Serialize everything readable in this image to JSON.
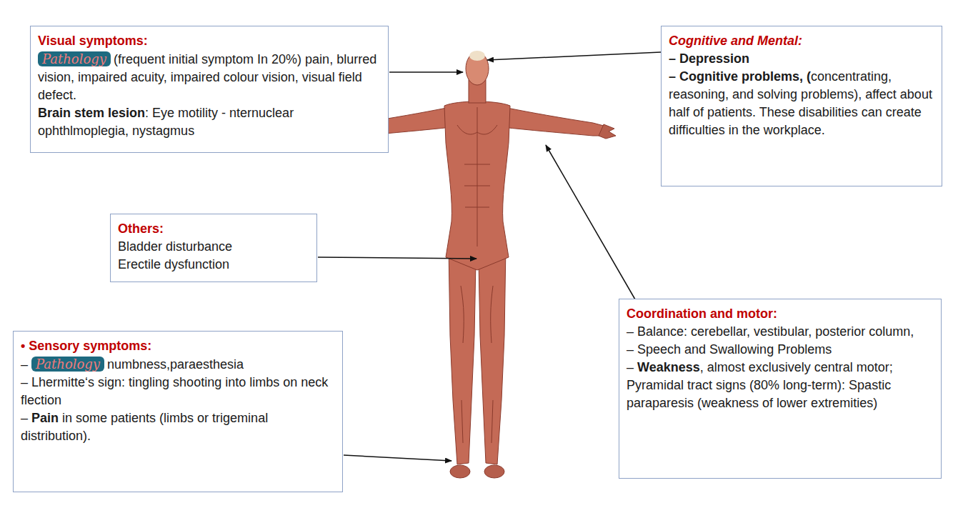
{
  "diagram": {
    "nodes": [
      {
        "text": [
          "Visual symptoms:",
          "Pathology",
          "(frequent initial symptom In 20%) pain, blurred vision, impaired acuity, impaired colour vision, visual field defect.",
          "Brain stem lesion",
          ": Eye motility - nternuclear ophthlmoplegia, nystagmus"
        ]
      },
      {
        "text": [
          "Cognitive and Mental:",
          "– Depression",
          "– Cognitive problems, (",
          "concentrating, reasoning, and solving problems), affect about half of patients. These disabilities can create difficulties in the workplace."
        ]
      },
      {
        "text": [
          "Others:",
          "Bladder disturbance",
          "Erectile dysfunction"
        ]
      },
      {
        "text": [
          "• Sensory symptoms:",
          "–",
          "Pathology",
          "numbness,paraesthesia",
          "– Lhermitte‘s sign: tingling shooting into limbs on neck flection",
          "–",
          "Pain",
          "in some patients (limbs or trigeminal distribution)."
        ]
      },
      {
        "text": [
          "Coordination and motor:",
          "– Balance: cerebellar, vestibular, posterior column,",
          "– Speech and Swallowing Problems",
          "–",
          "Weakness",
          ", almost exclusively central motor; Pyramidal tract signs (80% long-term): Spastic paraparesis (weakness of lower extremities)"
        ]
      }
    ]
  }
}
